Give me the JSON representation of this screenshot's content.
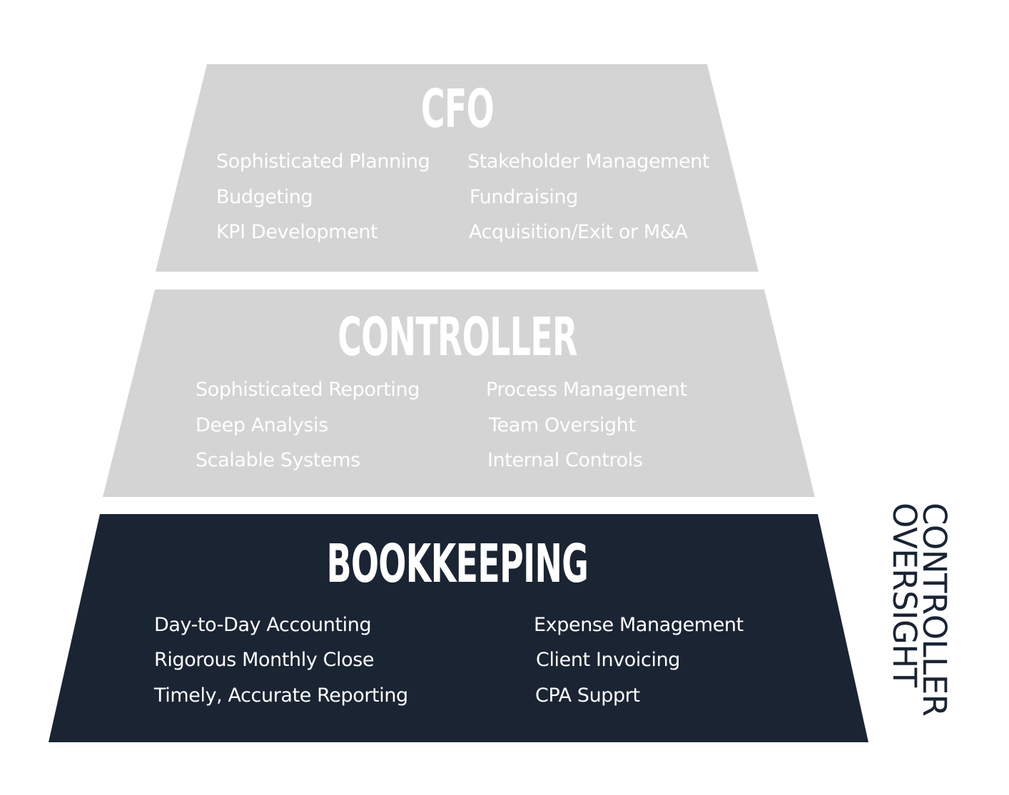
{
  "colors": {
    "light_tier": "#d4d4d4",
    "dark_tier": "#1a2433",
    "tier_text": "#ffffff",
    "side_text": "#1a2433"
  },
  "tiers": {
    "cfo": {
      "title": "CFO",
      "left_items": [
        "Sophisticated Planning",
        "Budgeting",
        "KPI Development"
      ],
      "right_items": [
        "Stakeholder Management",
        "Fundraising",
        "Acquisition/Exit or M&A"
      ]
    },
    "controller": {
      "title": "CONTROLLER",
      "left_items": [
        "Sophisticated Reporting",
        "Deep Analysis",
        "Scalable Systems"
      ],
      "right_items": [
        "Process Management",
        "Team Oversight",
        "Internal Controls"
      ]
    },
    "bookkeeping": {
      "title": "BOOKKEEPING",
      "left_items": [
        "Day-to-Day Accounting",
        "Rigorous Monthly Close",
        "Timely, Accurate Reporting"
      ],
      "right_items": [
        "Expense Management",
        "Client Invoicing",
        "CPA Supprt"
      ]
    }
  },
  "side_label": {
    "line1": "CONTROLLER",
    "line2": "OVERSIGHT"
  }
}
